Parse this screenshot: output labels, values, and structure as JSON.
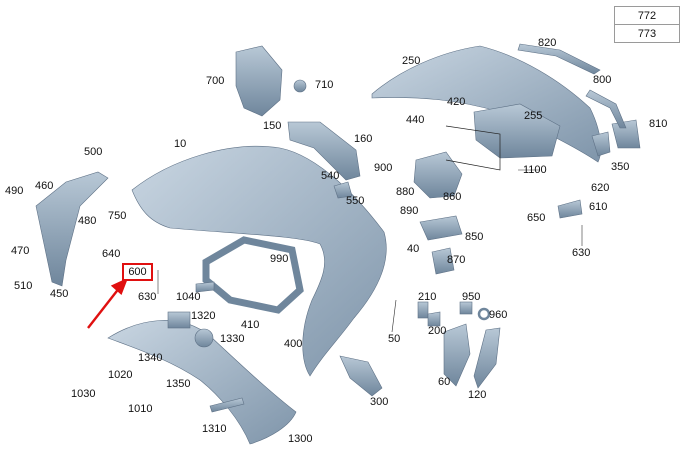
{
  "ref_table": [
    "772",
    "773"
  ],
  "highlight": {
    "label": "600"
  },
  "labels": {
    "l820": "820",
    "l250": "250",
    "l800": "800",
    "l700": "700",
    "l710": "710",
    "l420": "420",
    "l440": "440",
    "l255": "255",
    "l810": "810",
    "l150": "150",
    "l10": "10",
    "l160": "160",
    "l500": "500",
    "l900": "900",
    "l540": "540",
    "l350": "350",
    "l460": "460",
    "l490": "490",
    "l880": "880",
    "l860": "860",
    "l1100": "1100",
    "l620": "620",
    "l550": "550",
    "l750": "750",
    "l480": "480",
    "l890": "890",
    "l610": "610",
    "l650": "650",
    "l850": "850",
    "l470": "470",
    "l640": "640",
    "l990": "990",
    "l40": "40",
    "l870": "870",
    "l630b": "630",
    "l510": "510",
    "l450": "450",
    "l630": "630",
    "l1040": "1040",
    "l210": "210",
    "l950": "950",
    "l1320": "1320",
    "l410": "410",
    "l960": "960",
    "l200": "200",
    "l1330": "1330",
    "l400": "400",
    "l50": "50",
    "l1340": "1340",
    "l1020": "1020",
    "l1350": "1350",
    "l60": "60",
    "l300": "300",
    "l1030": "1030",
    "l120": "120",
    "l1010": "1010",
    "l1310": "1310",
    "l1300": "1300"
  }
}
